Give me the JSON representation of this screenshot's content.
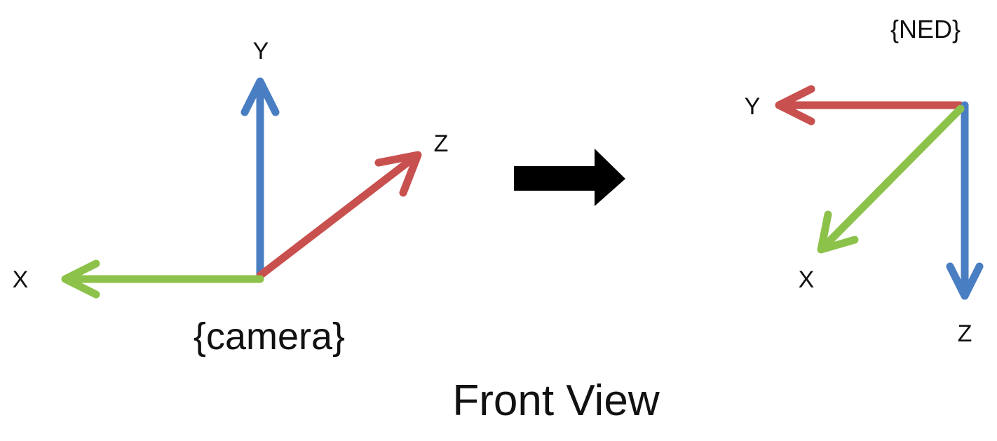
{
  "camera_frame": {
    "label": "{camera}",
    "axes": {
      "x_label": "X",
      "y_label": "Y",
      "z_label": "Z"
    }
  },
  "ned_frame": {
    "label": "{NED}",
    "axes": {
      "x_label": "X",
      "y_label": "Y",
      "z_label": "Z"
    }
  },
  "caption": "Front View",
  "colors": {
    "x_axis": "#8DC24A",
    "y_axis_camera": "#4A7EC2",
    "z_axis_camera": "#C8504E",
    "y_axis_ned": "#C8504E",
    "z_axis_ned": "#4A7EC2",
    "transform_arrow": "#000000",
    "text": "#111111"
  }
}
